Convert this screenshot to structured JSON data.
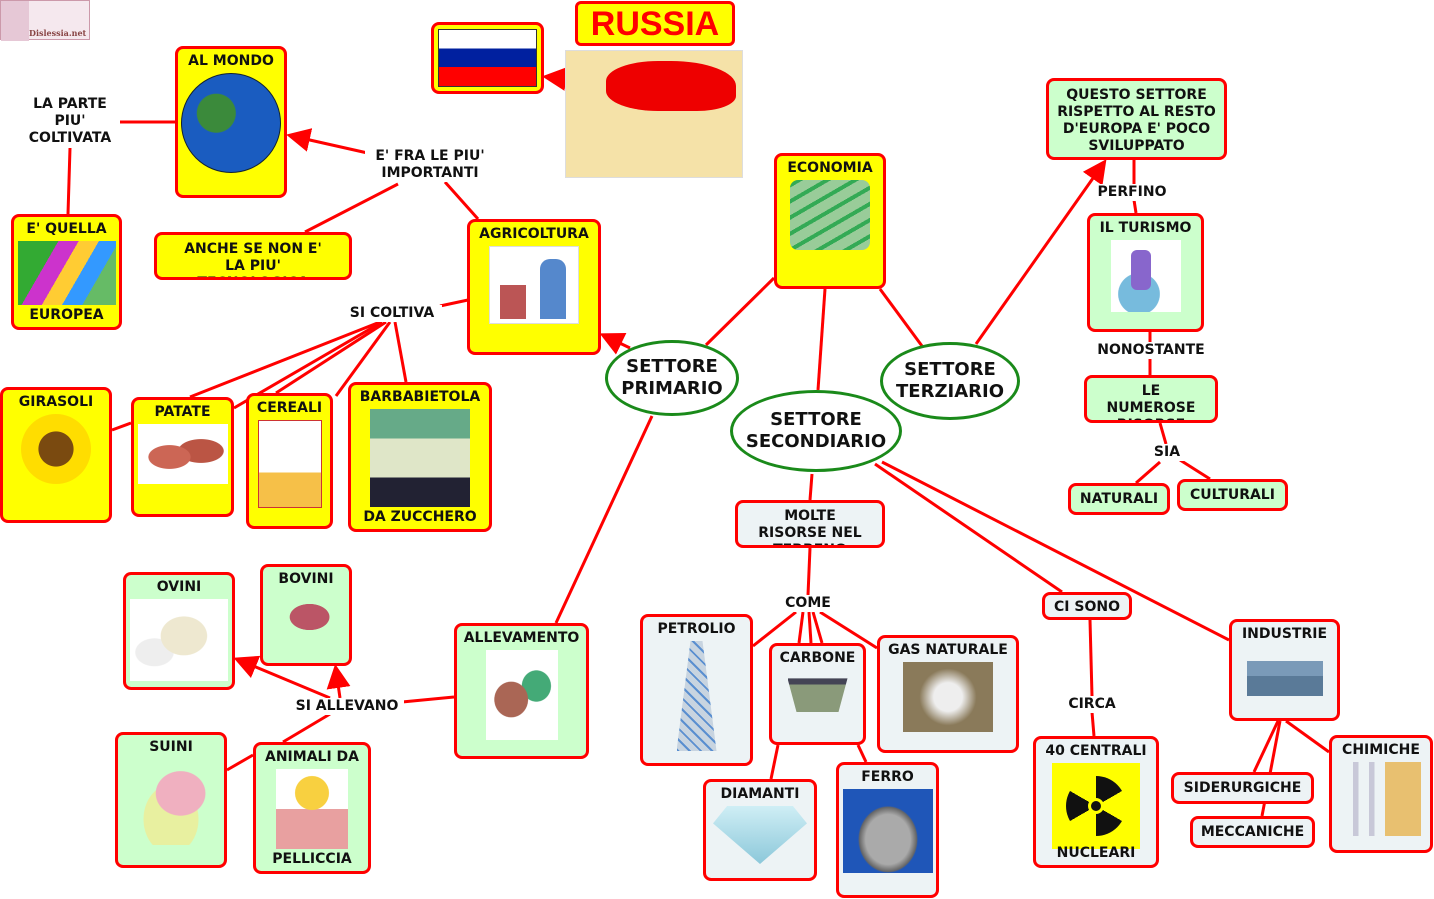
{
  "logo": {
    "text": "Dislessia.net"
  },
  "title": "RUSSIA",
  "nodes": {
    "al_mondo": "AL MONDO",
    "la_parte": "LA PARTE PIU' COLTIVATA",
    "europea_top": "E' QUELLA",
    "europea_bottom": "EUROPEA",
    "fra_le_piu": "E' FRA LE PIU' IMPORTANTI",
    "tecnologica": "ANCHE SE NON E' LA PIU' TECNOLOGICA",
    "agricoltura": "AGRICOLTURA",
    "si_coltiva": "SI COLTIVA",
    "girasoli": "GIRASOLI",
    "patate": "PATATE",
    "cereali": "CEREALI",
    "barbabietola_top": "BARBABIETOLA",
    "barbabietola_bottom": "DA ZUCCHERO",
    "economia": "ECONOMIA",
    "primario": "SETTORE PRIMARIO",
    "secondario": "SETTORE SECONDIARIO",
    "terziario": "SETTORE TERZIARIO",
    "questo_settore": "QUESTO SETTORE RISPETTO AL RESTO D'EUROPA E' POCO SVILUPPATO",
    "perfino": "PERFINO",
    "turismo": "IL TURISMO",
    "nonostante": "NONOSTANTE",
    "numerose": "LE NUMEROSE RISORSE",
    "sia": "SIA",
    "naturali": "NATURALI",
    "culturali": "CULTURALI",
    "molte_risorse": "MOLTE RISORSE NEL TERRENO",
    "come": "COME",
    "petrolio": "PETROLIO",
    "carbone": "CARBONE",
    "gas": "GAS NATURALE",
    "diamanti": "DIAMANTI",
    "ferro": "FERRO",
    "ci_sono": "CI SONO",
    "circa": "CIRCA",
    "centrali_top": "40 CENTRALI",
    "centrali_bottom": "NUCLEARI",
    "industrie": "INDUSTRIE",
    "siderurgiche": "SIDERURGICHE",
    "meccaniche": "MECCANICHE",
    "chimiche": "CHIMICHE",
    "allevamento": "ALLEVAMENTO",
    "si_allevano": "SI ALLEVANO",
    "ovini": "OVINI",
    "bovini": "BOVINI",
    "suini": "SUINI",
    "pelliccia_top": "ANIMALI DA",
    "pelliccia_bottom": "PELLICCIA"
  },
  "colors": {
    "line": "#ff0000",
    "yellow": "#ffff00",
    "green": "#ccffcc",
    "grey": "#edf3f5",
    "ellipse": "#1a8a1a"
  }
}
